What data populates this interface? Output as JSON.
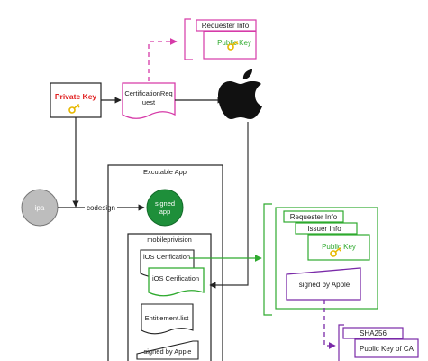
{
  "nodes": {
    "requester_info_top": "Requester Info",
    "public_key_top": "Public Key",
    "private_key": "Private Key",
    "csr_line1": "CertificationReq",
    "csr_line2": "uest",
    "ipa": "ipa",
    "codesign": "codesign",
    "executable_app": "Excutable App",
    "signed_app_line1": "signed",
    "signed_app_line2": "app",
    "mobileprovision": "mobileprivision",
    "ios_cert_back": "iOS Cerification",
    "ios_cert_front": "iOS Cerification",
    "entitlement_list": "Entitlement.list",
    "signed_by_apple_left": "signed by Apple",
    "requester_info_right": "Requester Info",
    "issuer_info": "Issuer Info",
    "public_key_right": "Public Key",
    "signed_by_apple_right": "signed by Apple",
    "sha256": "SHA256",
    "public_key_of_ca": "Public Key of CA"
  },
  "colors": {
    "magenta": "#d63aa8",
    "red": "#e01e1e",
    "green": "#2faa2f",
    "signed_app_fill": "#1e8f3a",
    "purple": "#7a2aa8",
    "gray": "#333333",
    "ipa_fill": "#bdbdbd",
    "key_icon": "#e6b800"
  },
  "icons": {
    "apple": "apple-logo-icon",
    "key": "key-icon"
  }
}
